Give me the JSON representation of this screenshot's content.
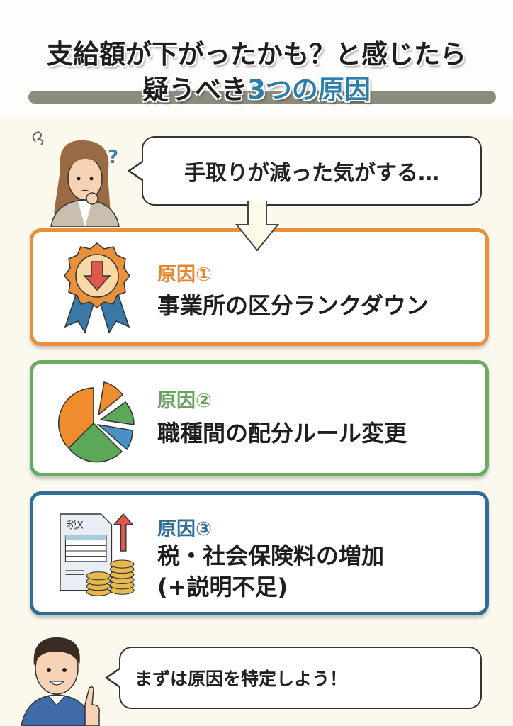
{
  "title": {
    "line1": "支給額が下がったかも？と感じたら",
    "line2_prefix": "疑うべき",
    "line2_highlight": "3つの原因"
  },
  "worry_bubble": "手取りが減った気がする…",
  "causes": [
    {
      "label": "原因①",
      "text": "事業所の区分ランクダウン",
      "color": "#e8913a",
      "icon": "ribbon-medal-down-arrow-icon"
    },
    {
      "label": "原因②",
      "text": "職種間の配分ルール変更",
      "color": "#6aab64",
      "icon": "pie-chart-icon"
    },
    {
      "label": "原因③",
      "text": "税・社会保険料の増加",
      "text2": "(+説明不足)",
      "color": "#2f6e96",
      "icon": "tax-document-coins-icon",
      "doc_label": "税X"
    }
  ],
  "advice_bubble": "まずは原因を特定しよう！",
  "colors": {
    "highlight": "#2d7fa8",
    "background": "#fbf8ee"
  }
}
